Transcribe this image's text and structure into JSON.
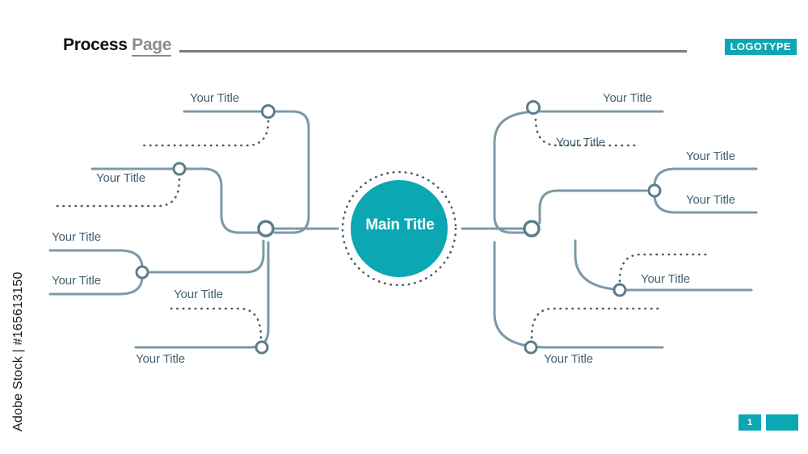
{
  "header": {
    "title_dark": "Process",
    "title_gray": "Page",
    "logotype": "LOGOTYPE"
  },
  "watermark": "Adobe Stock | #165613150",
  "footer": {
    "page_number": "1"
  },
  "colors": {
    "teal": "#0ba7b2",
    "line": "#7d99a6",
    "node_stroke": "#5b7d8c",
    "text": "#46606e",
    "header_dark": "#111111",
    "header_gray": "#8d8d8d"
  },
  "diagram": {
    "center": {
      "label": "Main Title"
    },
    "branches": [
      {
        "id": "left-top",
        "label": "Your Title"
      },
      {
        "id": "left-upper-mid",
        "label": "Your Title"
      },
      {
        "id": "left-fork-upper",
        "label": "Your Title"
      },
      {
        "id": "left-fork-lower",
        "label": "Your Title"
      },
      {
        "id": "left-bottom-dot",
        "label": "Your Title"
      },
      {
        "id": "left-bottom",
        "label": "Your Title"
      },
      {
        "id": "right-top",
        "label": "Your Title"
      },
      {
        "id": "right-top-dot",
        "label": "Your Title"
      },
      {
        "id": "right-fork-upper",
        "label": "Your Title"
      },
      {
        "id": "right-fork-lower",
        "label": "Your Title"
      },
      {
        "id": "right-lower",
        "label": "Your Title"
      },
      {
        "id": "right-bottom",
        "label": "Your Title"
      }
    ]
  }
}
